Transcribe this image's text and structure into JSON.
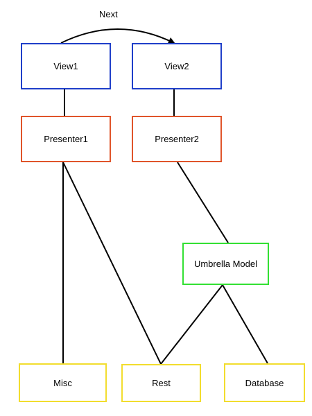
{
  "diagram": {
    "nodes": {
      "view1": "View1",
      "view2": "View2",
      "presenter1": "Presenter1",
      "presenter2": "Presenter2",
      "umbrella_model": "Umbrella Model",
      "misc": "Misc",
      "rest": "Rest",
      "database": "Database"
    },
    "edges": [
      {
        "from": "view1",
        "to": "view2",
        "label": "Next",
        "directed": true
      },
      {
        "from": "view1",
        "to": "presenter1",
        "directed": false
      },
      {
        "from": "view2",
        "to": "presenter2",
        "directed": false
      },
      {
        "from": "presenter1",
        "to": "misc",
        "directed": false
      },
      {
        "from": "presenter1",
        "to": "rest",
        "directed": false
      },
      {
        "from": "presenter2",
        "to": "umbrella_model",
        "directed": false
      },
      {
        "from": "umbrella_model",
        "to": "rest",
        "directed": false
      },
      {
        "from": "umbrella_model",
        "to": "database",
        "directed": false
      }
    ],
    "colors": {
      "view_border": "#1f3fc9",
      "presenter_border": "#e0542a",
      "model_border": "#33e033",
      "service_border": "#f2dd2e",
      "line": "#000000"
    }
  }
}
